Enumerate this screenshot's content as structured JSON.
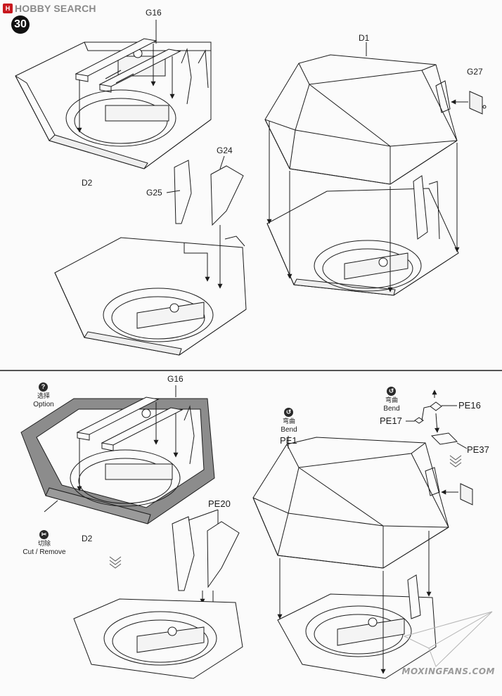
{
  "brand": {
    "logo_text": "H",
    "name": "HOBBY SEARCH"
  },
  "step_number": "30",
  "watermark": "MOXINGFANS.COM",
  "top_panel": {
    "labels": {
      "g16": "G16",
      "d2": "D2",
      "g24": "G24",
      "g25": "G25",
      "d1": "D1",
      "g27": "G27"
    }
  },
  "bottom_panel": {
    "option": {
      "zh": "选择",
      "en": "Option",
      "icon": "question-icon"
    },
    "cut_remove": {
      "zh": "切除",
      "en": "Cut / Remove",
      "icon": "cut-icon"
    },
    "bend_left": {
      "zh": "弯曲",
      "en": "Bend",
      "icon": "bend-icon",
      "part": "PE1"
    },
    "bend_right": {
      "zh": "弯曲",
      "en": "Bend",
      "icon": "bend-icon",
      "part": "PE17"
    },
    "labels": {
      "g16": "G16",
      "d2": "D2",
      "pe20": "PE20",
      "pe16": "PE16",
      "pe37": "PE37"
    }
  },
  "colors": {
    "line": "#1c1c1c",
    "shade": "#8c8c8c",
    "shade_light": "#a8a8a8",
    "paper": "#fbfbfb",
    "brand_red": "#c8181e"
  }
}
